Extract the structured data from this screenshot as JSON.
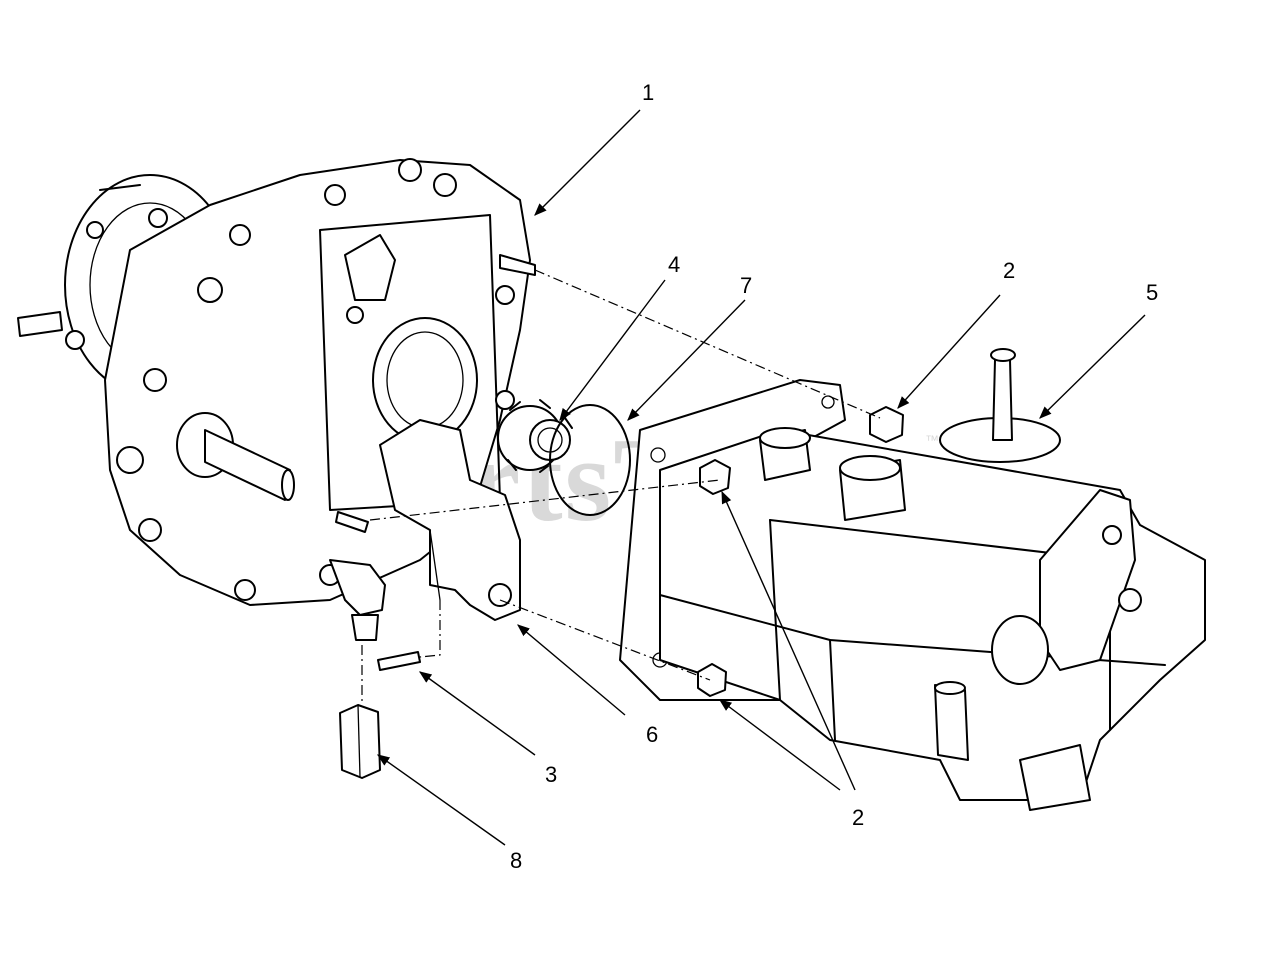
{
  "watermark": {
    "text": "PartsTree",
    "mark": "™"
  },
  "callouts": [
    {
      "id": "callout-1",
      "text": "1"
    },
    {
      "id": "callout-4",
      "text": "4"
    },
    {
      "id": "callout-7",
      "text": "7"
    },
    {
      "id": "callout-2-top",
      "text": "2"
    },
    {
      "id": "callout-5",
      "text": "5"
    },
    {
      "id": "callout-6",
      "text": "6"
    },
    {
      "id": "callout-3",
      "text": "3"
    },
    {
      "id": "callout-8",
      "text": "8"
    },
    {
      "id": "callout-2-bottom",
      "text": "2"
    }
  ]
}
